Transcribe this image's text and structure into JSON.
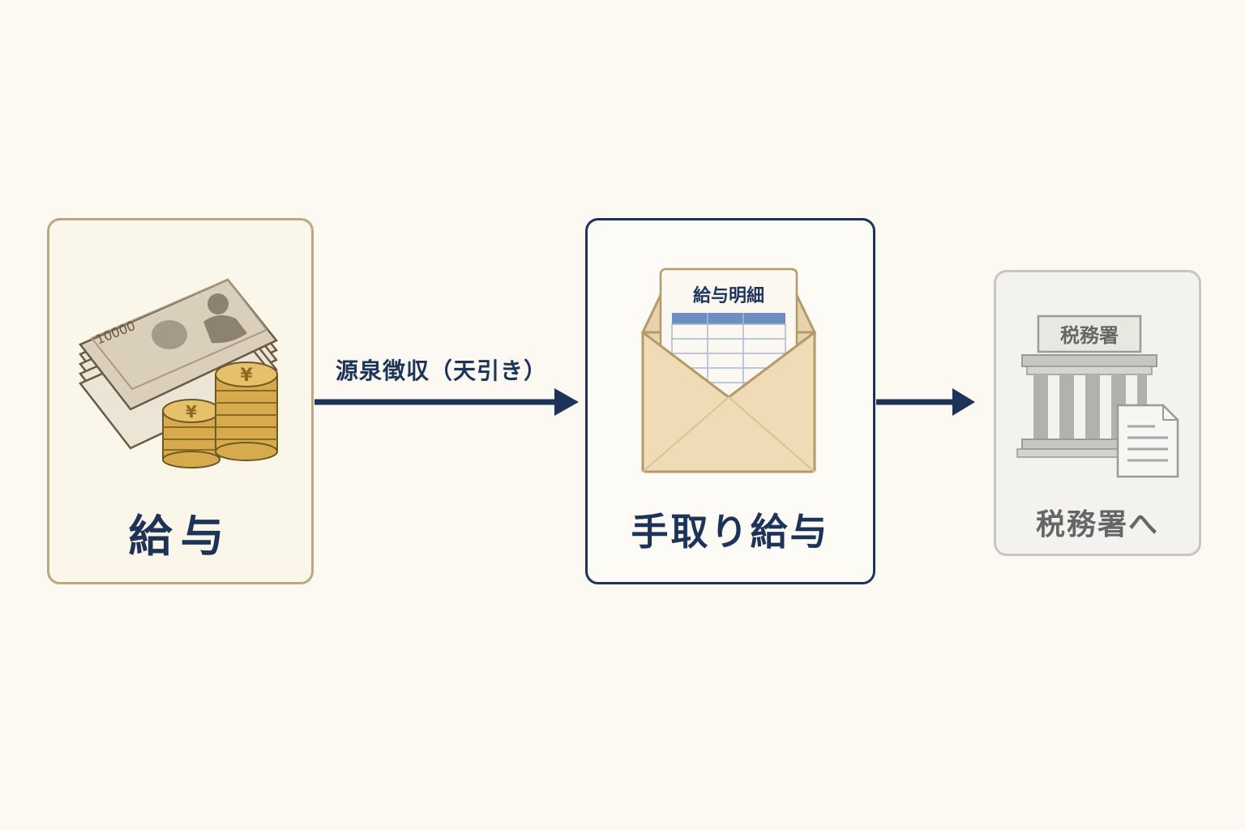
{
  "salary": {
    "label": "給与",
    "bill_number": "10000",
    "coin_symbol": "¥"
  },
  "deduction": {
    "label": "源泉徴収（天引き）"
  },
  "net": {
    "label": "手取り給与",
    "slip_title": "給与明細"
  },
  "tax": {
    "label": "税務署へ",
    "sign": "税務署"
  },
  "colors": {
    "navy": "#1d3358",
    "gold": "#d8aa4e",
    "tan": "#bba782",
    "gray": "#9a9a9a"
  }
}
